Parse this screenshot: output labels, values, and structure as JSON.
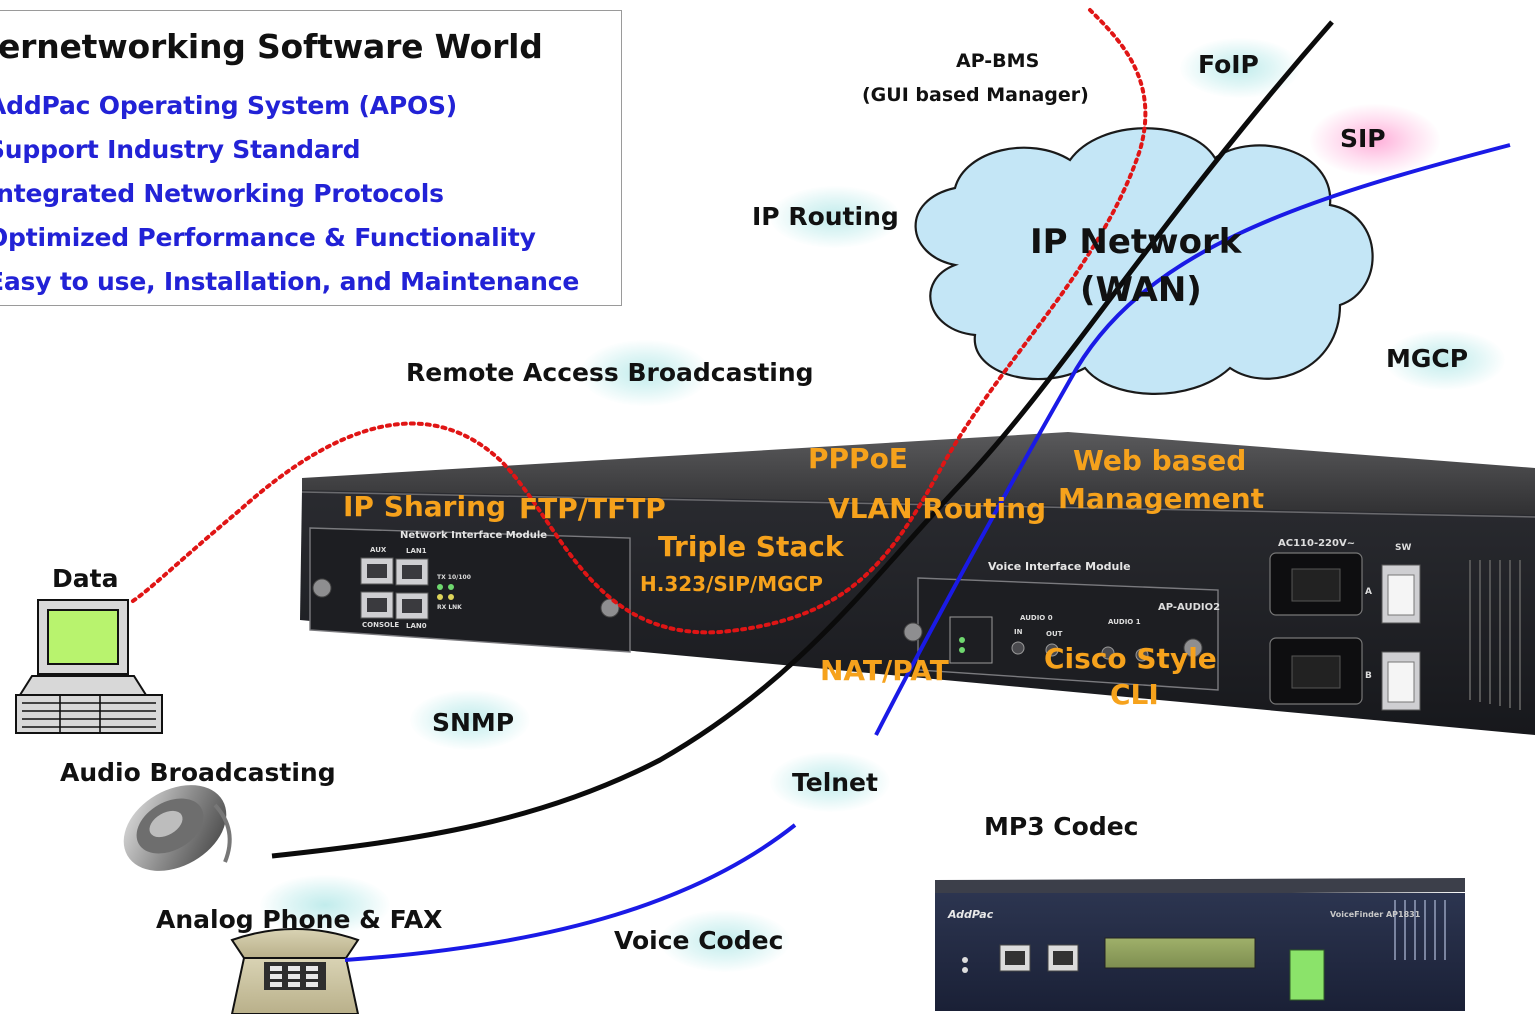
{
  "legend": {
    "title": "Internetworking Software World",
    "items": [
      "AddPac Operating System (APOS)",
      "Support Industry Standard",
      "Integrated Networking Protocols",
      "Optimized Performance & Functionality",
      "Easy to use, Installation, and Maintenance"
    ]
  },
  "cloud": {
    "line1": "IP Network",
    "line2": "(WAN)"
  },
  "labels": {
    "ap_bms_1": "AP-BMS",
    "ap_bms_2": "(GUI based Manager)",
    "foip": "FoIP",
    "sip": "SIP",
    "ip_routing": "IP Routing",
    "mgcp": "MGCP",
    "remote_access": "Remote Access Broadcasting",
    "data": "Data",
    "snmp": "SNMP",
    "audio_broadcasting": "Audio Broadcasting",
    "telnet": "Telnet",
    "mp3_codec": "MP3 Codec",
    "analog_phone": "Analog Phone & FAX",
    "voice_codec": "Voice Codec"
  },
  "features": {
    "ip_sharing": "IP Sharing",
    "ftp_tftp": "FTP/TFTP",
    "pppoe": "PPPoE",
    "vlan_routing": "VLAN Routing",
    "web_based_1": "Web based",
    "web_based_2": "Management",
    "triple_stack": "Triple Stack",
    "triple_stack_sub": "H.323/SIP/MGCP",
    "nat_pat": "NAT/PAT",
    "cisco_1": "Cisco Style",
    "cisco_2": "CLI"
  },
  "device": {
    "nim_label": "Network Interface Module",
    "vim_label": "Voice Interface Module",
    "ports": [
      "AUX",
      "LAN1",
      "CONSOLE",
      "LAN0"
    ],
    "led_labels": [
      "TX 10/100",
      "RX LNK"
    ],
    "audio_model": "AP-AUDIO2",
    "audio_groups": [
      "AUDIO 0",
      "AUDIO 1"
    ],
    "in_out": [
      "IN",
      "OUT"
    ],
    "power_label": "AC110-220V~",
    "switch_label": "SW",
    "psu_ids": [
      "A",
      "B"
    ]
  },
  "mp3_device": {
    "brand": "AddPac",
    "model": "VoiceFinder AP1831"
  },
  "colors": {
    "blue_text": "#2222d6",
    "orange_text": "#f6a21c",
    "blue_line": "#1a1ae6",
    "red_dotted": "#e01515",
    "cloud_fill": "#c4e6f6"
  }
}
